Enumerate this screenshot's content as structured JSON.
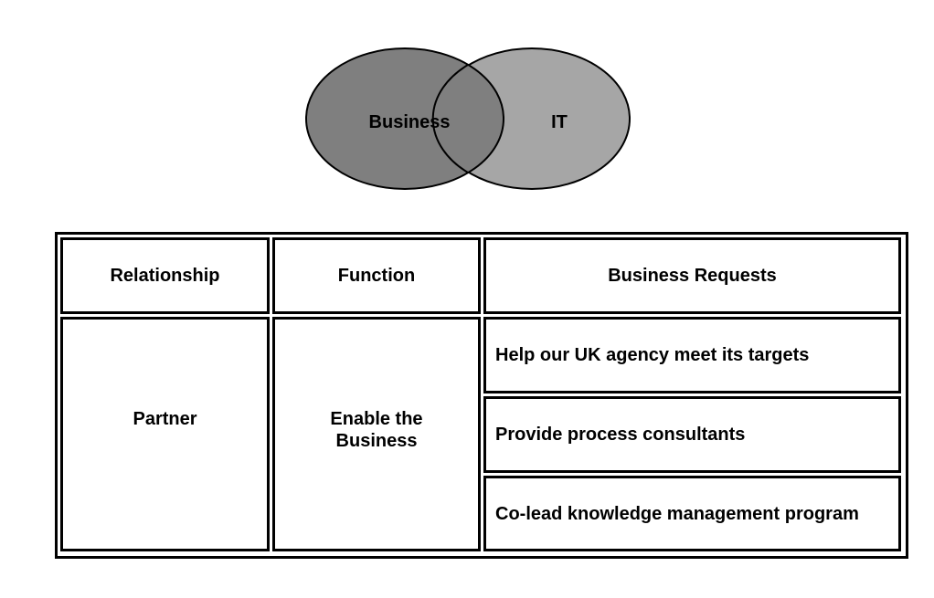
{
  "venn": {
    "left_label": "Business",
    "right_label": "IT",
    "colors": {
      "left_fill": "#7f7f7f",
      "right_fill": "#a6a6a6",
      "stroke": "#000000"
    }
  },
  "table": {
    "headers": {
      "relationship": "Relationship",
      "function": "Function",
      "requests": "Business Requests"
    },
    "relationship": "Partner",
    "function": "Enable the Business",
    "requests": [
      "Help our UK agency meet its targets",
      "Provide process consultants",
      "Co-lead knowledge management program"
    ]
  }
}
